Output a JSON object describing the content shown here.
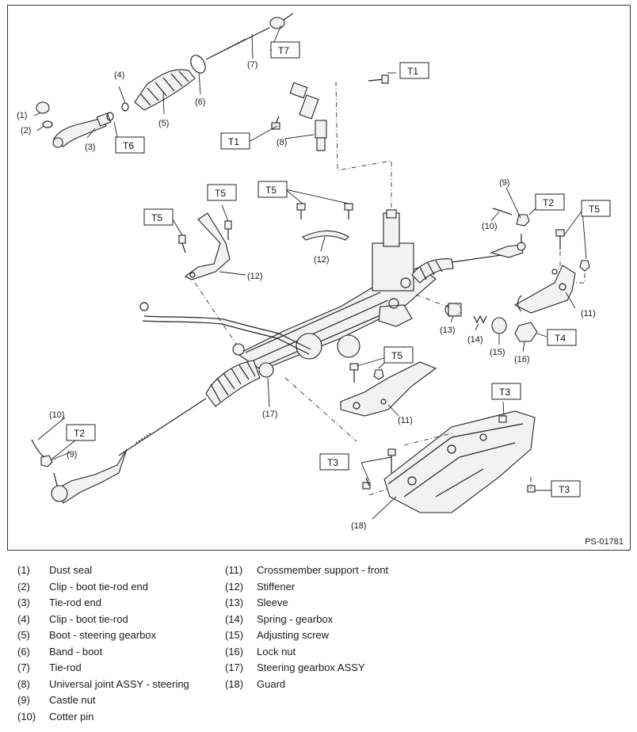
{
  "figure_id": "PS-01781",
  "callouts": {
    "n1": "(1)",
    "n2": "(2)",
    "n3": "(3)",
    "n4": "(4)",
    "n5": "(5)",
    "n6": "(6)",
    "n7": "(7)",
    "n8": "(8)",
    "n9": "(9)",
    "n10": "(10)",
    "n11": "(11)",
    "n12": "(12)",
    "n13": "(13)",
    "n14": "(14)",
    "n15": "(15)",
    "n16": "(16)",
    "n17": "(17)",
    "n18": "(18)"
  },
  "torque": {
    "T1": "T1",
    "T2": "T2",
    "T3": "T3",
    "T4": "T4",
    "T5": "T5",
    "T6": "T6",
    "T7": "T7"
  },
  "legend_left": [
    {
      "num": "(1)",
      "text": "Dust seal"
    },
    {
      "num": "(2)",
      "text": "Clip - boot tie-rod end"
    },
    {
      "num": "(3)",
      "text": "Tie-rod end"
    },
    {
      "num": "(4)",
      "text": "Clip - boot tie-rod"
    },
    {
      "num": "(5)",
      "text": "Boot - steering gearbox"
    },
    {
      "num": "(6)",
      "text": "Band - boot"
    },
    {
      "num": "(7)",
      "text": "Tie-rod"
    },
    {
      "num": "(8)",
      "text": "Universal joint ASSY - steering"
    },
    {
      "num": "(9)",
      "text": "Castle nut"
    },
    {
      "num": "(10)",
      "text": "Cotter pin"
    }
  ],
  "legend_right": [
    {
      "num": "(11)",
      "text": "Crossmember support - front"
    },
    {
      "num": "(12)",
      "text": "Stiffener"
    },
    {
      "num": "(13)",
      "text": "Sleeve"
    },
    {
      "num": "(14)",
      "text": "Spring - gearbox"
    },
    {
      "num": "(15)",
      "text": "Adjusting screw"
    },
    {
      "num": "(16)",
      "text": "Lock nut"
    },
    {
      "num": "(17)",
      "text": "Steering gearbox ASSY"
    },
    {
      "num": "(18)",
      "text": "Guard"
    }
  ]
}
